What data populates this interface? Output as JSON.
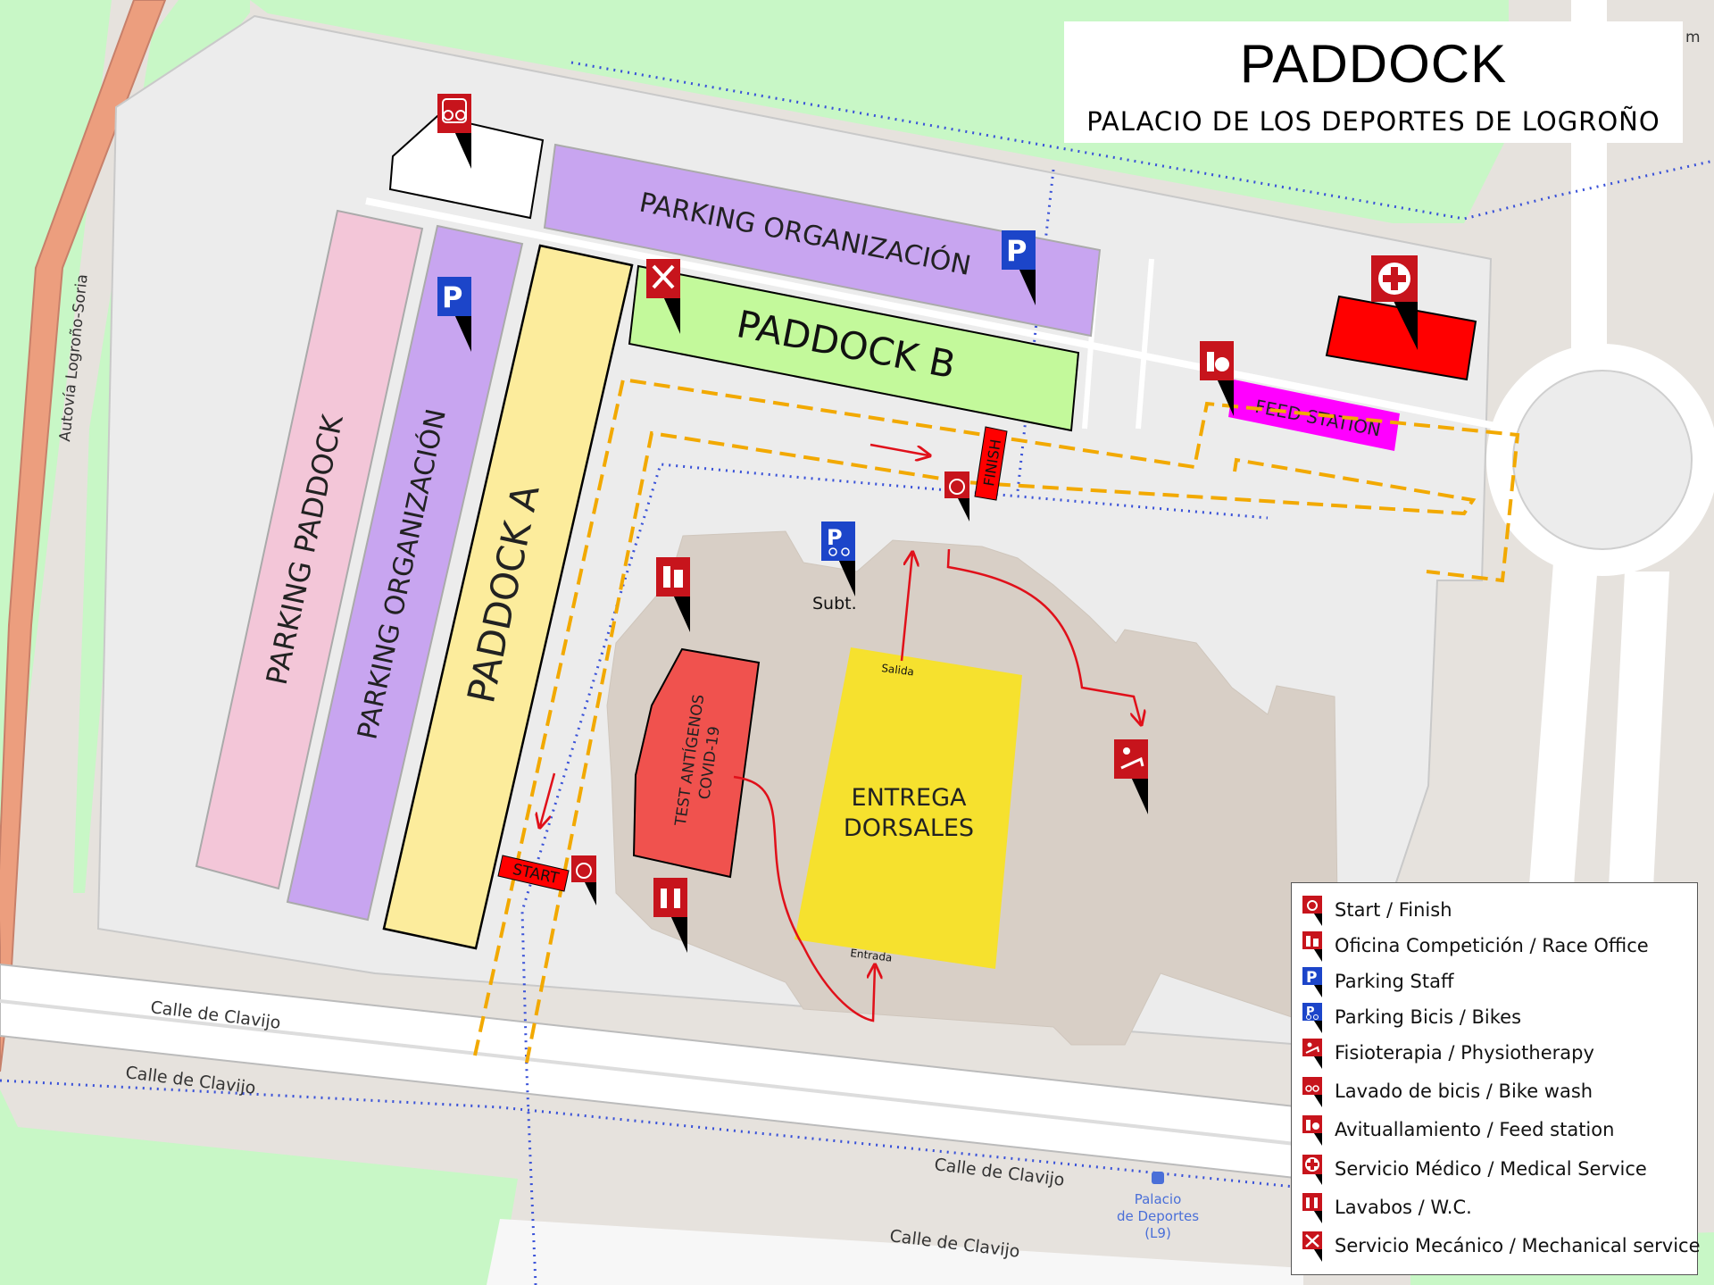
{
  "title": "PADDOCK",
  "subtitle": "PALACIO DE LOS DEPORTES DE LOGROÑO",
  "scale_mark": "m",
  "zones": {
    "parking_paddock": "PARKING PADDOCK",
    "parking_org_vertical": "PARKING ORGANIZACIÓN",
    "parking_org_horizontal": "PARKING ORGANIZACIÓN",
    "paddock_a": "PADDOCK A",
    "paddock_b": "PADDOCK B",
    "feed_station": "FEED STATION",
    "finish": "FINISH",
    "start": "START",
    "test_line1": "TEST ANTÍGENOS",
    "test_line2": "COVID-19",
    "entrega_line1": "ENTREGA",
    "entrega_line2": "DORSALES",
    "salida": "Salida",
    "entrada": "Entrada",
    "subt": "Subt."
  },
  "streets": {
    "autovia": "Autovía Logroño-Soria",
    "clavijo_1": "Calle de Clavijo",
    "clavijo_2": "Calle de Clavijo",
    "clavijo_3": "Calle de Clavijo",
    "clavijo_4": "Calle de Clavijo"
  },
  "bus_stop": {
    "line1": "Palacio",
    "line2": "de Deportes",
    "line3": "(L9)"
  },
  "colors": {
    "pink_zone": "#f3c6d8",
    "purple_zone": "#c8a5f0",
    "yellow_zone": "#fcec9c",
    "green_zone": "#c3f99b",
    "magenta": "#ff00ff",
    "medical_red": "#ff0000",
    "marker_red": "#c7141c",
    "parking_blue": "#1c45c9",
    "dorsales_yellow": "#f6e12e",
    "test_red": "#f0524e",
    "course_orange": "#f2a900",
    "road_salmon": "#f0a385",
    "park_green": "#c8f9c8"
  },
  "legend": [
    {
      "icon": "stopwatch-icon",
      "label": "Start / Finish"
    },
    {
      "icon": "race-office-icon",
      "label": "Oficina Competición / Race Office"
    },
    {
      "icon": "parking-staff-icon",
      "label": "Parking Staff"
    },
    {
      "icon": "parking-bikes-icon",
      "label": "Parking Bicis / Bikes"
    },
    {
      "icon": "physiotherapy-icon",
      "label": "Fisioterapia / Physiotherapy"
    },
    {
      "icon": "bike-wash-icon",
      "label": "Lavado de bicis / Bike wash"
    },
    {
      "icon": "feed-station-icon",
      "label": "Avituallamiento / Feed station"
    },
    {
      "icon": "medical-cross-icon",
      "label": "Servicio Médico / Medical Service"
    },
    {
      "icon": "toilets-icon",
      "label": "Lavabos / W.C."
    },
    {
      "icon": "mechanic-tools-icon",
      "label": "Servicio Mecánico / Mechanical service"
    }
  ]
}
